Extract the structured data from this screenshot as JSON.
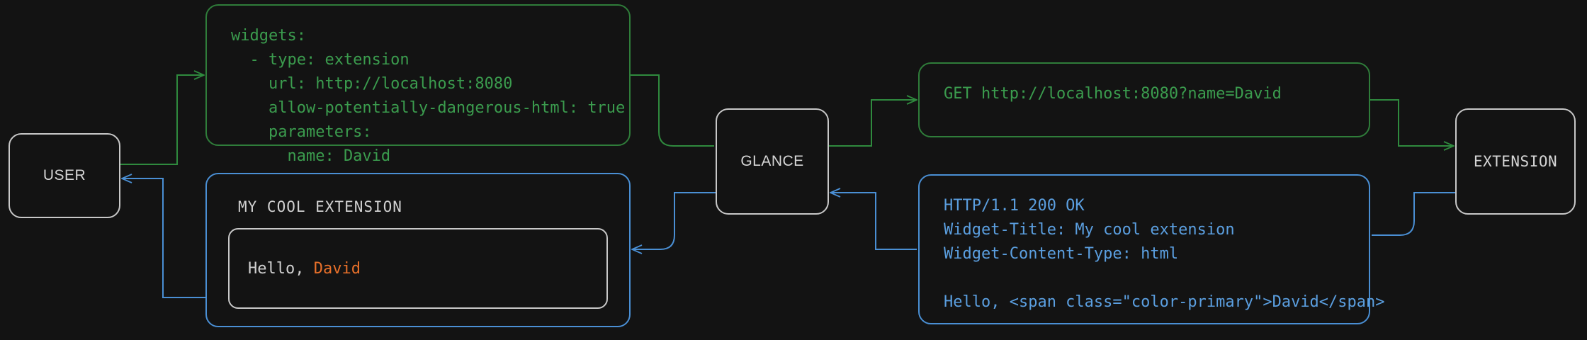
{
  "diagram": {
    "title": "glance extension widget request flow",
    "background_color": "#131313",
    "colors": {
      "request_green": "#3b9c4e",
      "response_blue": "#5b9fe0",
      "actor_border": "#c8c8c8",
      "actor_text": "#d6d6d6",
      "highlight_orange": "#e8702a"
    }
  },
  "nodes": {
    "user": {
      "label": "USER"
    },
    "glance": {
      "label": "GLANCE"
    },
    "extension": {
      "label": "EXTENSION"
    }
  },
  "notes": {
    "yaml_config": {
      "color": "#3b9c4e",
      "text": "widgets:\n  - type: extension\n    url: http://localhost:8080\n    allow-potentially-dangerous-html: true\n    parameters:\n      name: David"
    },
    "http_request": {
      "color": "#3b9c4e",
      "text": "GET http://localhost:8080?name=David"
    },
    "http_response": {
      "color": "#5b9fe0",
      "text": "HTTP/1.1 200 OK\nWidget-Title: My cool extension\nWidget-Content-Type: html\n\nHello, <span class=\"color-primary\">David</span>"
    }
  },
  "widget_preview": {
    "title": "MY COOL EXTENSION",
    "greeting_prefix": "Hello, ",
    "greeting_name": "David"
  },
  "edges": [
    {
      "name": "user-to-yaml",
      "from": "user",
      "to": "yaml_config",
      "direction": "forward",
      "color": "#3b9c4e"
    },
    {
      "name": "yaml-to-glance",
      "from": "yaml_config",
      "to": "glance",
      "direction": "forward",
      "color": "#3b9c4e"
    },
    {
      "name": "glance-to-request",
      "from": "glance",
      "to": "http_request",
      "direction": "forward",
      "color": "#3b9c4e"
    },
    {
      "name": "request-to-extension",
      "from": "http_request",
      "to": "extension",
      "direction": "forward",
      "color": "#3b9c4e"
    },
    {
      "name": "extension-to-response",
      "from": "extension",
      "to": "http_response",
      "direction": "forward",
      "color": "#5b9fe0"
    },
    {
      "name": "response-to-glance",
      "from": "http_response",
      "to": "glance",
      "direction": "forward",
      "color": "#5b9fe0"
    },
    {
      "name": "glance-to-widget",
      "from": "glance",
      "to": "widget_preview",
      "direction": "forward",
      "color": "#5b9fe0"
    },
    {
      "name": "widget-to-user",
      "from": "widget_preview",
      "to": "user",
      "direction": "forward",
      "color": "#5b9fe0"
    }
  ]
}
